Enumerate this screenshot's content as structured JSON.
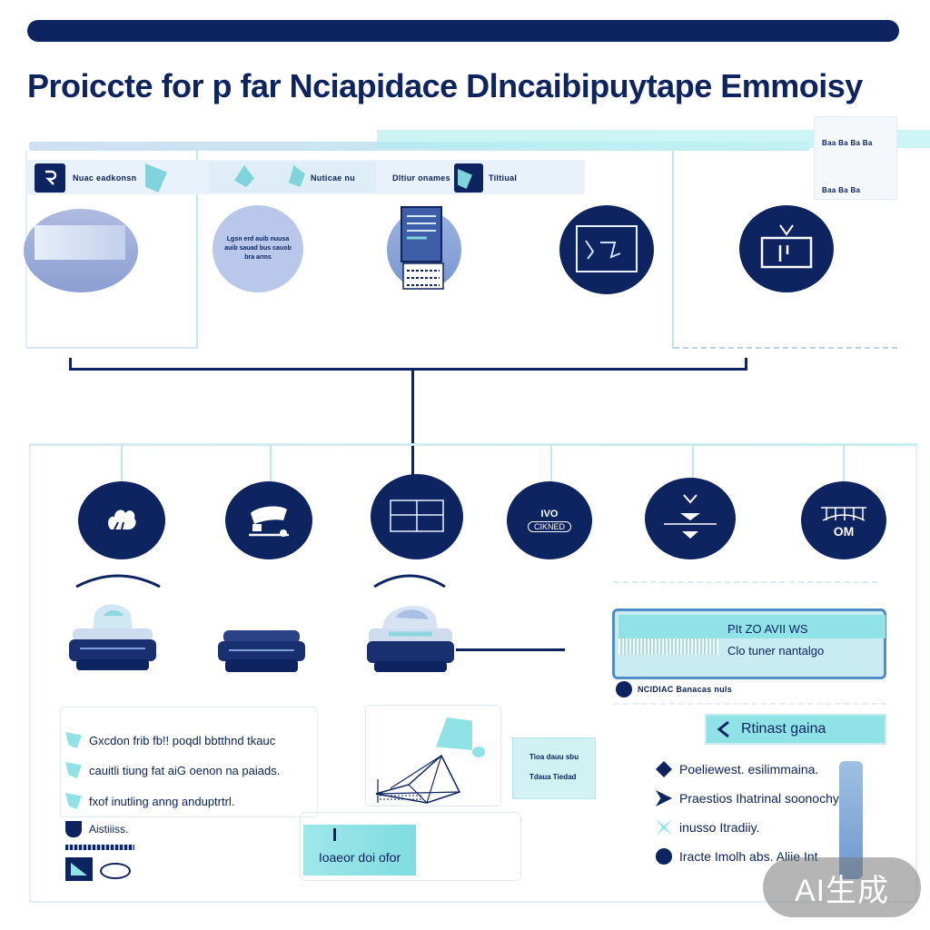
{
  "title": "Proiccte for p far Nciapidace Dlncaibipuytape Emmoisy",
  "top_panel": {
    "tab1": "Nuac eadkonsn",
    "tab2": "Nuticae nu",
    "tab3": "Dltiur onames",
    "tab4": "Tiltiual",
    "tag_top": "Baa Ba Ba Ba",
    "tag_bottom": "Baa Ba Ba",
    "circle_text": "Lgsn erd auib nuusa auib sauad bus cauob bra arms"
  },
  "bottom_panel": {
    "circle4_line1": "IVO",
    "circle4_line2": "CIKNED",
    "circle6_text": "OM",
    "card_line1": "PIt ZO AVII WS",
    "card_line2": "Clo tuner nantalgo",
    "card_sub": "NCIDIAC Banacas nuls",
    "pill_text": "Rtinast  gaina",
    "list_left": [
      "Gxcdon frib fb!! poqdl bbtthnd tkauc",
      "cauitli tiung fat aiG oenon na paiads.",
      "fxof inutling anng anduptrtrl.",
      "Aistiiiss."
    ],
    "mini_card_line1": "Tioa dauu sbu",
    "mini_card_line2": "Tdaua Tiedad",
    "button_label": "Ioaeor doi ofor",
    "list_right": [
      "Poeliewest. esilimmaina.",
      "Praestios Ihatrinal soonochy",
      "inusso Itradiiy.",
      "Iracte Imolh abs. Aliie Int"
    ]
  },
  "watermark": "AI生成",
  "colors": {
    "navy": "#0d2460",
    "cyan": "#8fe3e6",
    "pale": "#c9d6ee"
  }
}
